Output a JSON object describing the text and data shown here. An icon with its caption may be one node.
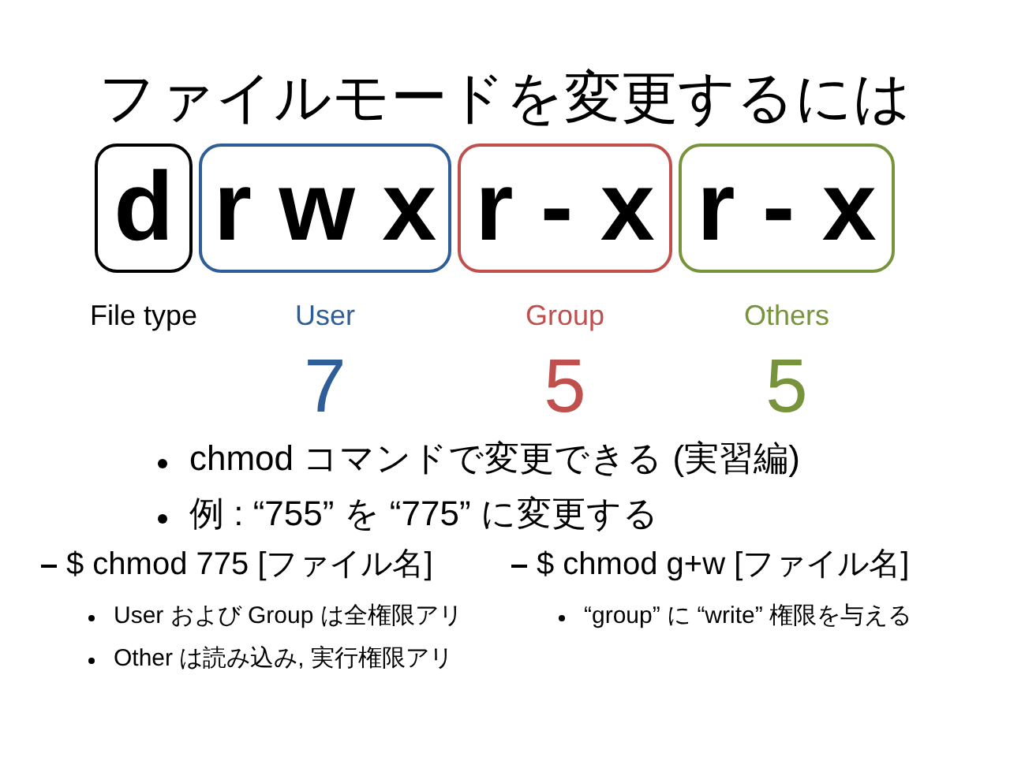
{
  "diagram": {
    "title": "ファイルモードを変更するには",
    "nodes": [
      {
        "text": [
          "d"
        ],
        "beside": [
          "File type"
        ]
      },
      {
        "text": [
          "r w x"
        ],
        "beside": [
          "User",
          "7"
        ]
      },
      {
        "text": [
          "r - x"
        ],
        "beside": [
          "Group",
          "5"
        ]
      },
      {
        "text": [
          "r - x"
        ],
        "beside": [
          "Others",
          "5"
        ]
      }
    ],
    "labels": [
      "chmod コマンドで変更できる (実習編)",
      "例 : “755” を “775” に変更する",
      "$ chmod 775 [ファイル名]",
      "User および Group は全権限アリ",
      "Other は読み込み, 実行権限アリ",
      "$ chmod g+w [ファイル名]",
      "“group” に “write” 権限を与える"
    ]
  }
}
